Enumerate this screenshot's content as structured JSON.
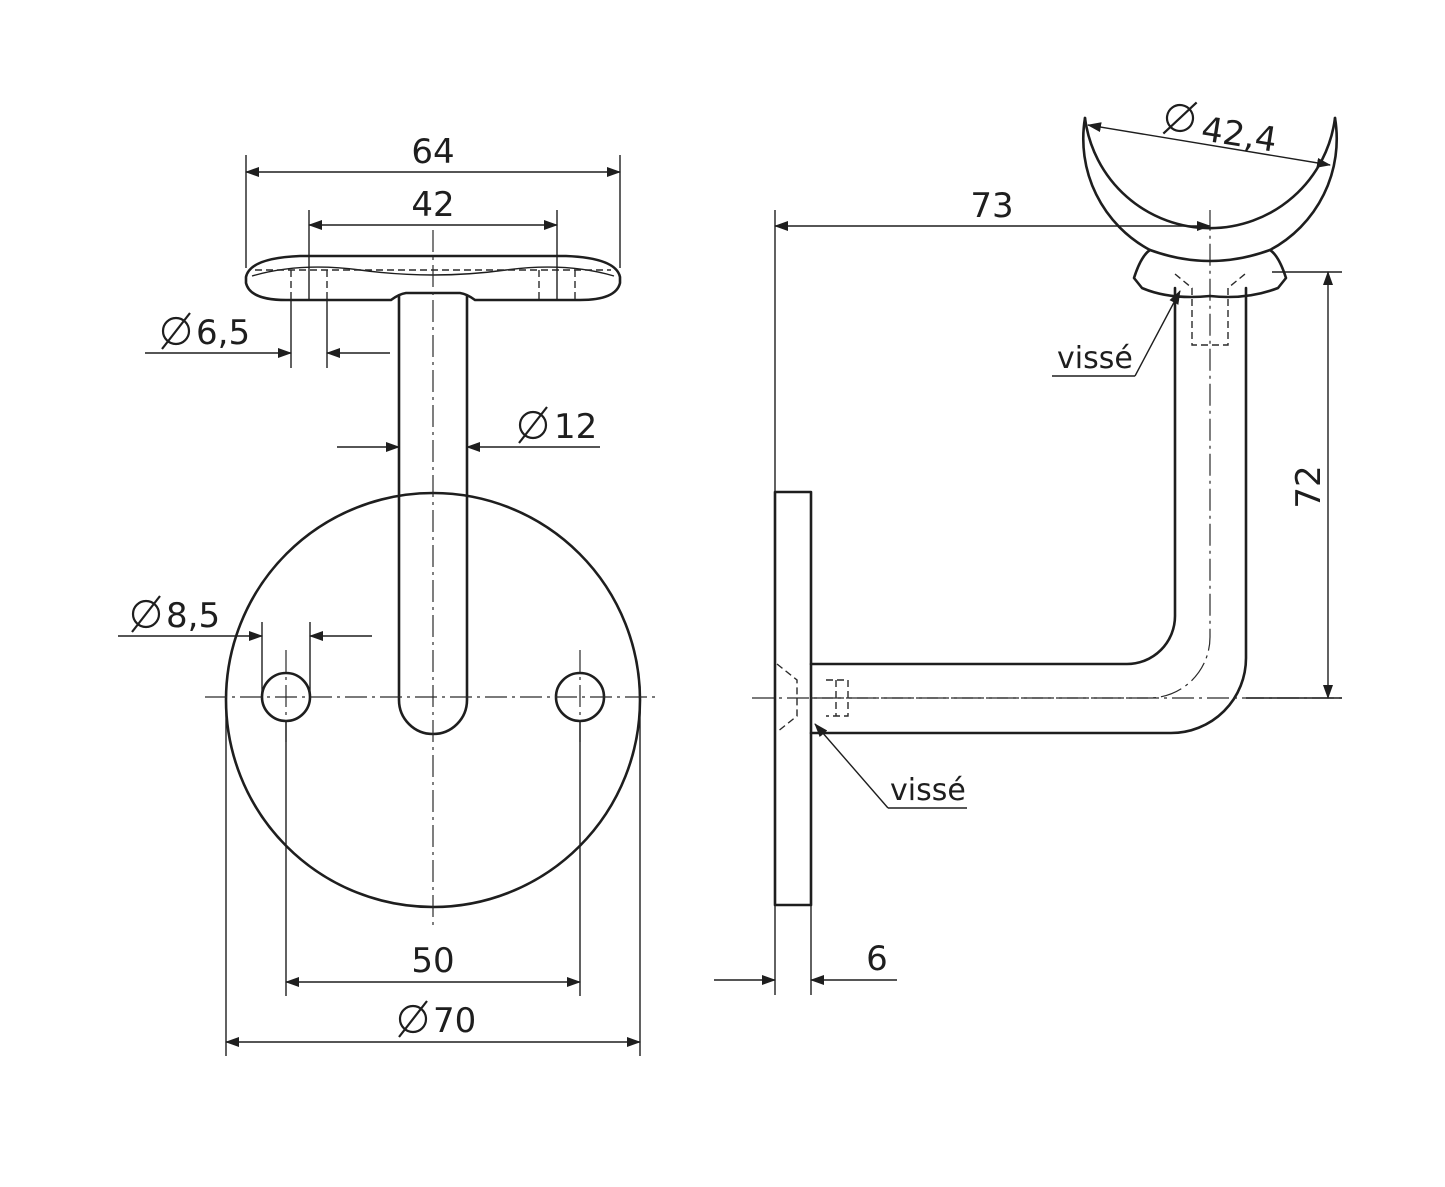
{
  "dimensions": {
    "top_width_64": "64",
    "top_inner_42": "42",
    "hole_diam_6_5": "6,5",
    "rod_diam_12": "12",
    "hole_diam_8_5": "8,5",
    "hole_spacing_50": "50",
    "plate_diam_70": "70",
    "rail_diam_42_4": "42,4",
    "reach_73": "73",
    "height_72": "72",
    "plate_thickness_6": "6"
  },
  "labels": {
    "screwed_top": "vissé",
    "screwed_bottom": "vissé"
  },
  "colors": {
    "line": "#1e1e1e",
    "background": "#ffffff"
  }
}
